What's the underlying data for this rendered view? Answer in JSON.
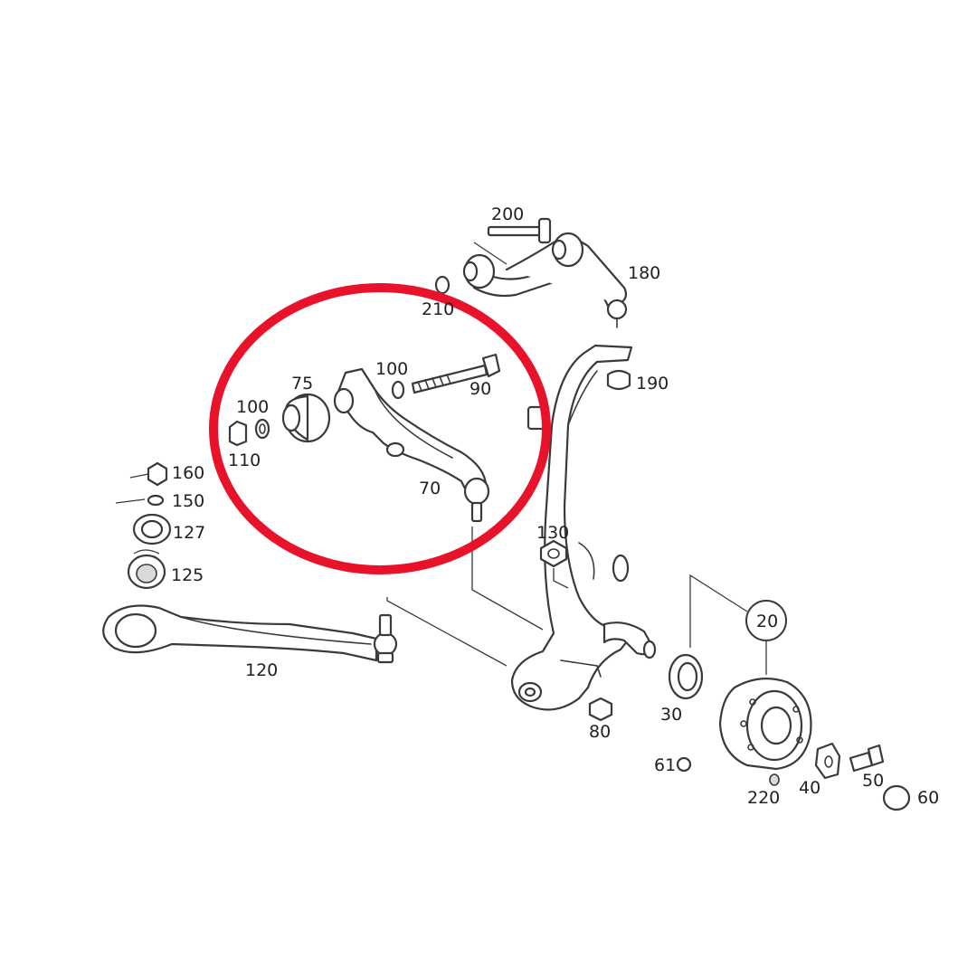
{
  "labels": {
    "p200": "200",
    "p180": "180",
    "p210": "210",
    "p190": "190",
    "p100a": "100",
    "p90": "90",
    "p75": "75",
    "p100b": "100",
    "p110": "110",
    "p70": "70",
    "p160": "160",
    "p150": "150",
    "p127": "127",
    "p125": "125",
    "p130": "130",
    "p120": "120",
    "p20": "20",
    "p30": "30",
    "p80": "80",
    "p61": "61",
    "p220": "220",
    "p40": "40",
    "p50": "50",
    "p60": "60"
  },
  "highlight": {
    "color": "#e8132b",
    "encircled_parts": [
      "75",
      "100",
      "90",
      "100",
      "110",
      "70"
    ]
  }
}
